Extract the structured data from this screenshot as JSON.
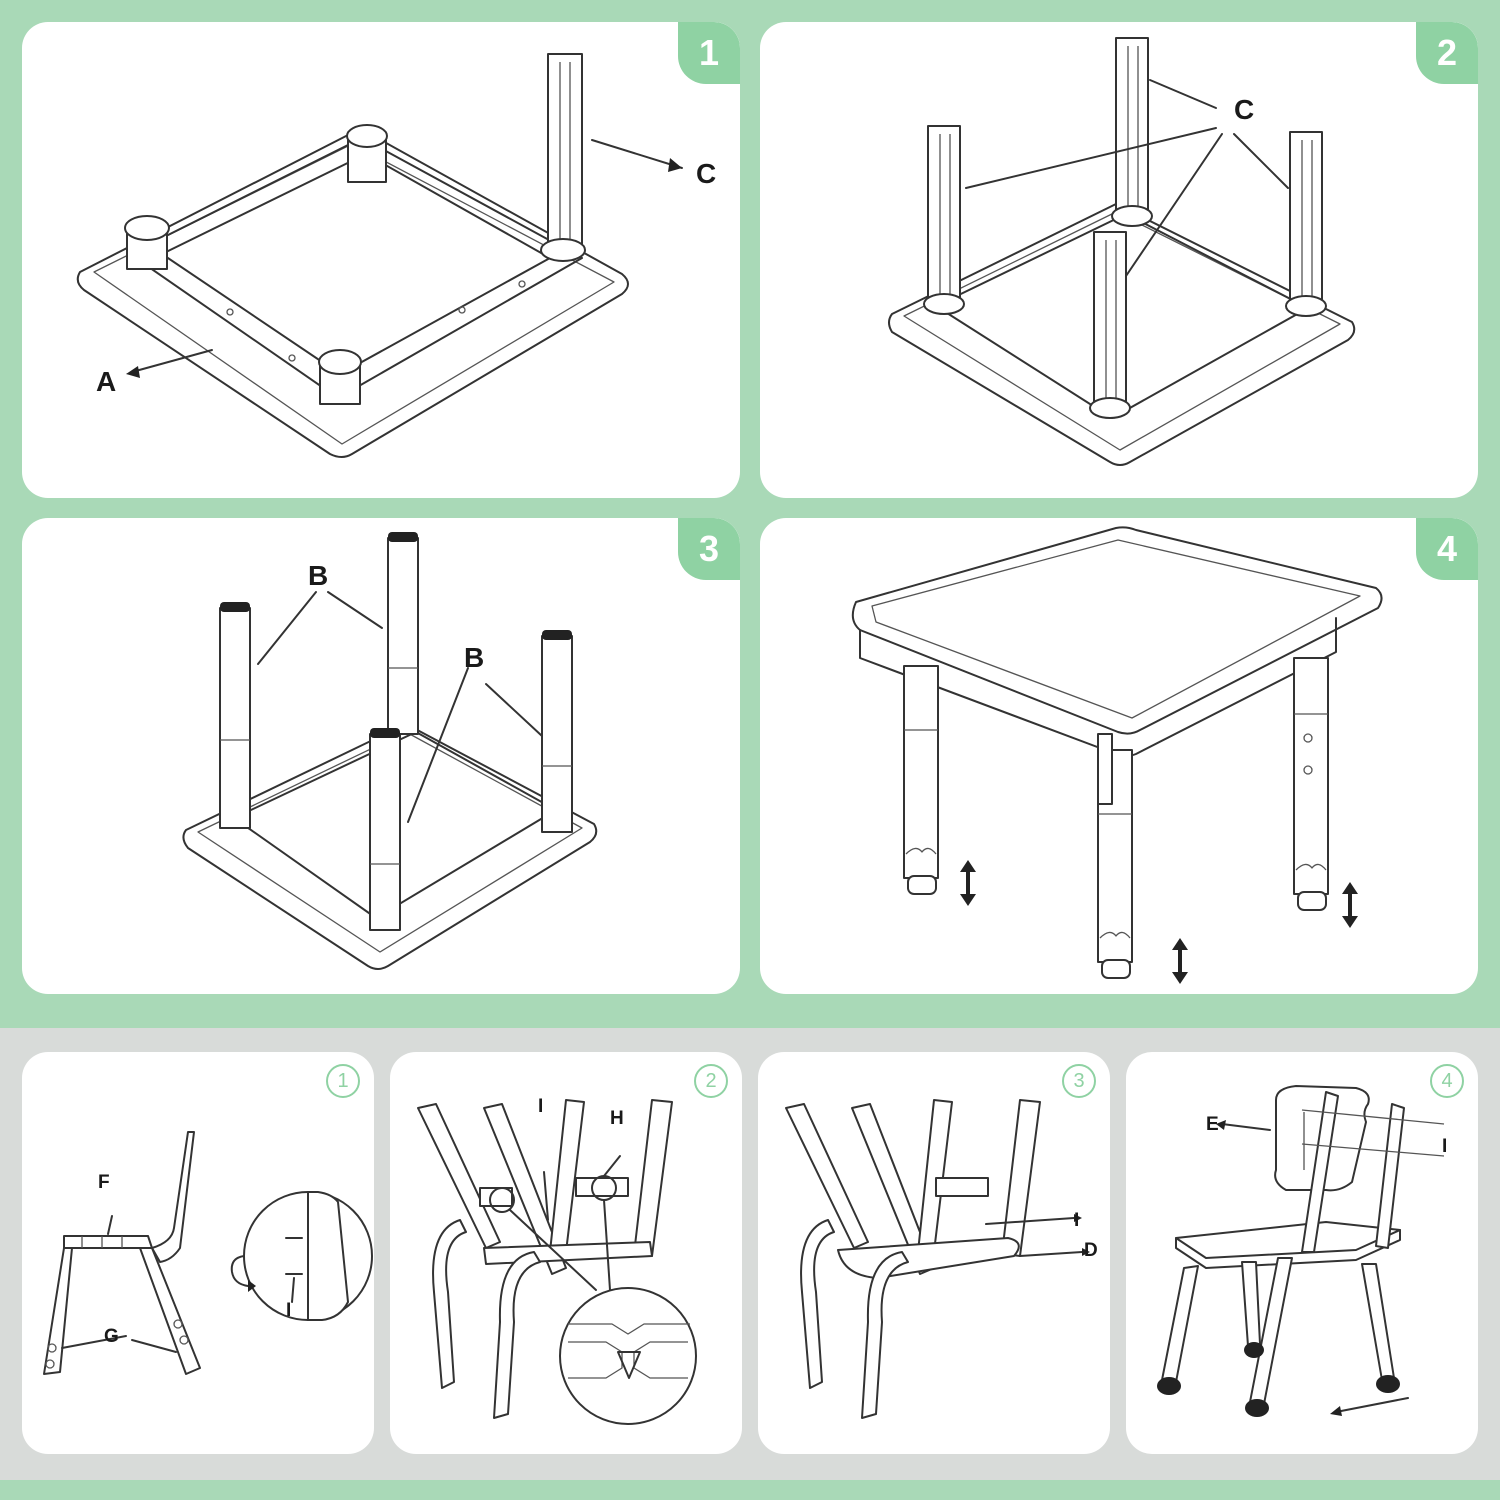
{
  "table_steps": [
    {
      "step": "1",
      "labels": [
        "A",
        "C"
      ]
    },
    {
      "step": "2",
      "labels": [
        "C"
      ]
    },
    {
      "step": "3",
      "labels": [
        "B",
        "B"
      ]
    },
    {
      "step": "4",
      "labels": []
    }
  ],
  "chair_steps": [
    {
      "step": "1",
      "labels": [
        "F",
        "G",
        "I"
      ]
    },
    {
      "step": "2",
      "labels": [
        "I",
        "H"
      ]
    },
    {
      "step": "3",
      "labels": [
        "I",
        "D"
      ]
    },
    {
      "step": "4",
      "labels": [
        "E",
        "I"
      ]
    }
  ],
  "colors": {
    "background": "#a9d9b7",
    "badge": "#8fd2a3",
    "lower_background": "#d8dbd9",
    "panel": "#ffffff"
  },
  "icons": [
    "adjust-arrow-icon",
    "rotate-arrow-icon",
    "magnifier-circle-icon"
  ]
}
